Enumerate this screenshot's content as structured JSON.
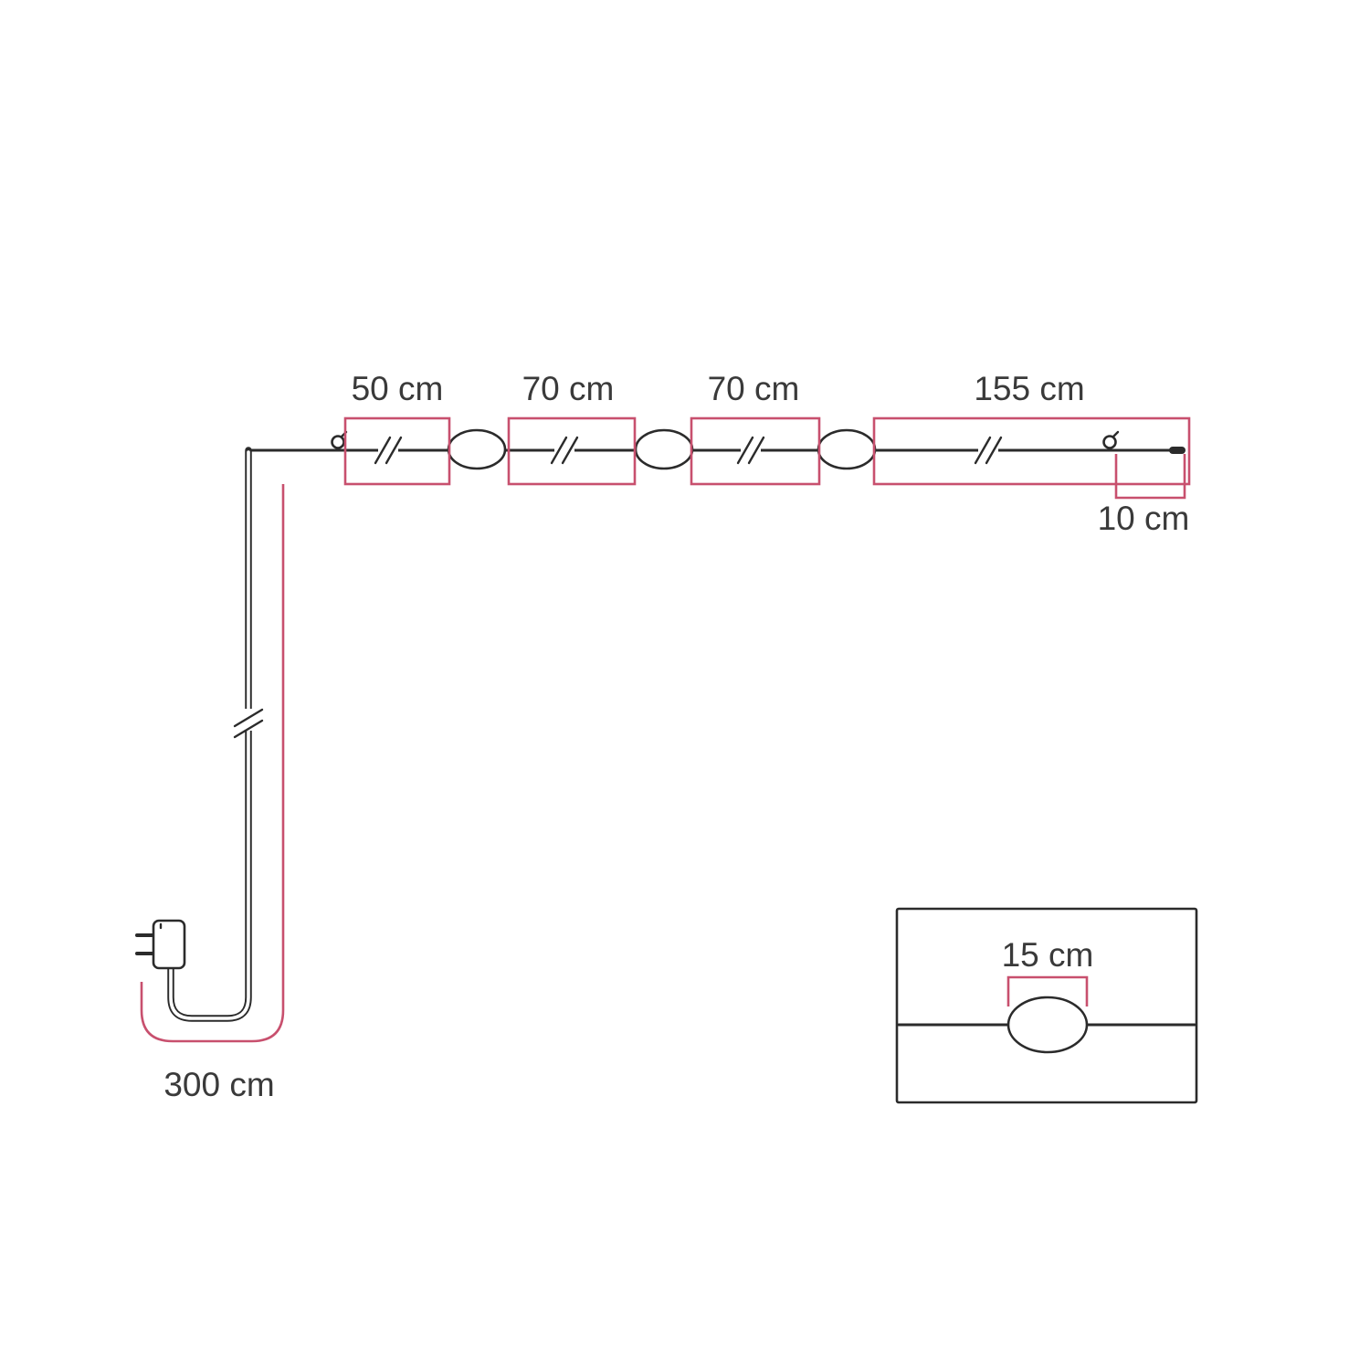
{
  "diagram": {
    "type": "string-light-dimension-diagram",
    "measurements": {
      "seg1": "50 cm",
      "seg2": "70 cm",
      "seg3": "70 cm",
      "seg4": "155 cm",
      "end_offset": "10 cm",
      "power_cord": "300 cm",
      "lamp_size": "15 cm"
    },
    "colors": {
      "accent": "#C8506E",
      "line": "#2B2B2B",
      "text": "#3A3A3A",
      "background": "#FFFFFF"
    }
  }
}
